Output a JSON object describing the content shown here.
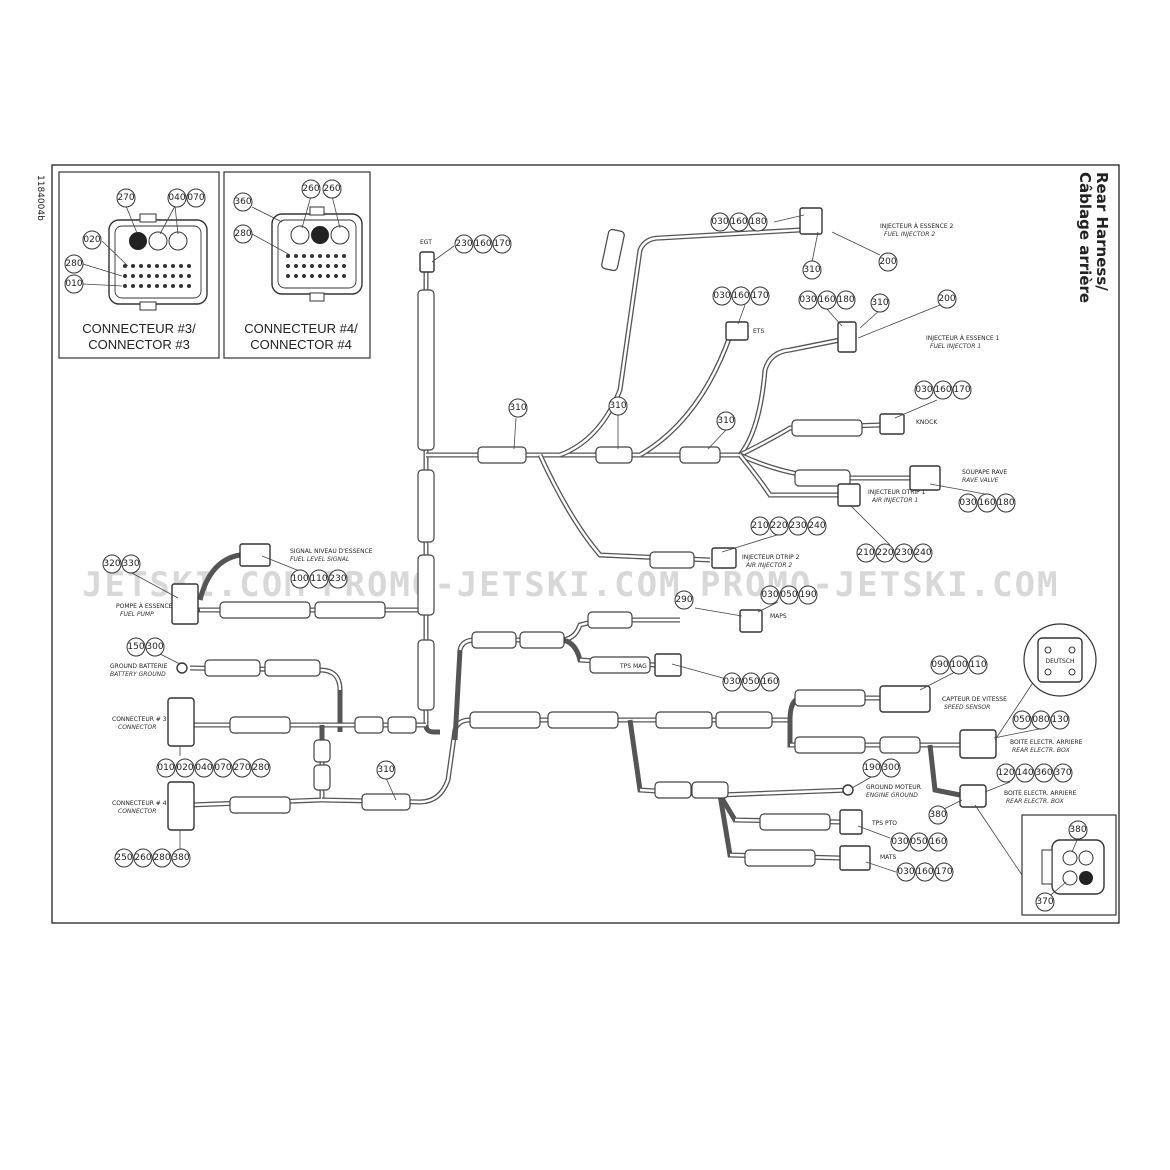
{
  "title": {
    "line1": "Rear Harness/",
    "line2": "Câblage arrière"
  },
  "side_code": "1184004b",
  "watermarks": [
    "JETSKI.COM",
    "PROMO-JETSKI.COM",
    "PROMO-JETSKI.COM"
  ],
  "insets": {
    "connector3": {
      "line1": "CONNECTEUR #3/",
      "line2": "CONNECTOR #3",
      "callouts": [
        "270",
        "040",
        "070",
        "020",
        "280",
        "010"
      ]
    },
    "connector4": {
      "line1": "CONNECTEUR #4/",
      "line2": "CONNECTOR #4",
      "callouts": [
        "260",
        "260",
        "360",
        "280"
      ]
    },
    "deutsch": {
      "label": "DEUTSCH"
    },
    "rear_box_plug": {
      "callouts": [
        "380",
        "370"
      ]
    }
  },
  "labels": {
    "egt": "EGT",
    "ets": "ETS",
    "injector2_fr": "INJECTEUR À ESSENCE 2",
    "injector2_en": "FUEL INJECTOR 2",
    "injector1_fr": "INJECTEUR À ESSENCE 1",
    "injector1_en": "FUEL INJECTOR 1",
    "knock": "KNOCK",
    "rave_fr": "SOUPAPE RAVE",
    "rave_en": "RAVE VALVE",
    "dinj1_fr": "INJECTEUR DTRIP 1",
    "dinj1_en": "AIR INJECTOR 1",
    "dinj2_fr": "INJECTEUR DTRIP 2",
    "dinj2_en": "AIR INJECTOR 2",
    "fuelsignal_fr": "SIGNAL NIVEAU D'ESSENCE",
    "fuelsignal_en": "FUEL LEVEL SIGNAL",
    "fuelpump_fr": "POMPE À ESSENCE",
    "fuelpump_en": "FUEL PUMP",
    "map": "MAPS",
    "tpsmag": "TPS MAG",
    "groundbat_fr": "GROUND BATTERIE",
    "groundbat_en": "BATTERY GROUND",
    "conn3_fr": "CONNECTEUR # 3",
    "conn3_en": "CONNECTOR",
    "conn4_fr": "CONNECTEUR # 4",
    "conn4_en": "CONNECTOR",
    "speed_fr": "CAPTEUR DE VITESSE",
    "speed_en": "SPEED SENSOR",
    "relay_fr": "BOITE ELECTR. ARRIERE",
    "relay_en": "REAR ELECTR. BOX",
    "engground_fr": "GROUND MOTEUR",
    "engground_en": "ENGINE GROUND",
    "tpspto": "TPS PTO",
    "mats": "MATS"
  },
  "callouts": {
    "egt": [
      "230",
      "160",
      "170"
    ],
    "inj2": [
      "030",
      "160",
      "180"
    ],
    "inj2_b": [
      "310"
    ],
    "inj2_c": [
      "200"
    ],
    "ets": [
      "030",
      "160",
      "170"
    ],
    "inj1": [
      "030",
      "160",
      "180"
    ],
    "inj1_b": [
      "310"
    ],
    "inj1_c": [
      "200"
    ],
    "knock": [
      "030",
      "160",
      "170"
    ],
    "rave": [
      "030",
      "160",
      "180"
    ],
    "dinj1": [
      "210",
      "220",
      "230",
      "240"
    ],
    "dinj2": [
      "210",
      "220",
      "230",
      "240"
    ],
    "trunk": [
      "310",
      "310",
      "310"
    ],
    "fuelpump": [
      "320",
      "330"
    ],
    "fuelsignal": [
      "100",
      "110",
      "230"
    ],
    "map": [
      "290"
    ],
    "map_b": [
      "030",
      "050",
      "190"
    ],
    "tpsmag": [
      "030",
      "050",
      "160"
    ],
    "groundbat": [
      "150",
      "300"
    ],
    "conn3": [
      "010",
      "020",
      "040",
      "070",
      "270",
      "280"
    ],
    "conn4": [
      "250",
      "260",
      "280",
      "380"
    ],
    "lower": [
      "310"
    ],
    "speed": [
      "090",
      "100",
      "110"
    ],
    "relay": [
      "050",
      "080",
      "130"
    ],
    "rearbox": [
      "120",
      "140",
      "360",
      "370"
    ],
    "rearbox_b": [
      "380"
    ],
    "engground": [
      "190",
      "300"
    ],
    "tpspto": [
      "030",
      "050",
      "160"
    ],
    "mats": [
      "030",
      "160",
      "170"
    ]
  }
}
